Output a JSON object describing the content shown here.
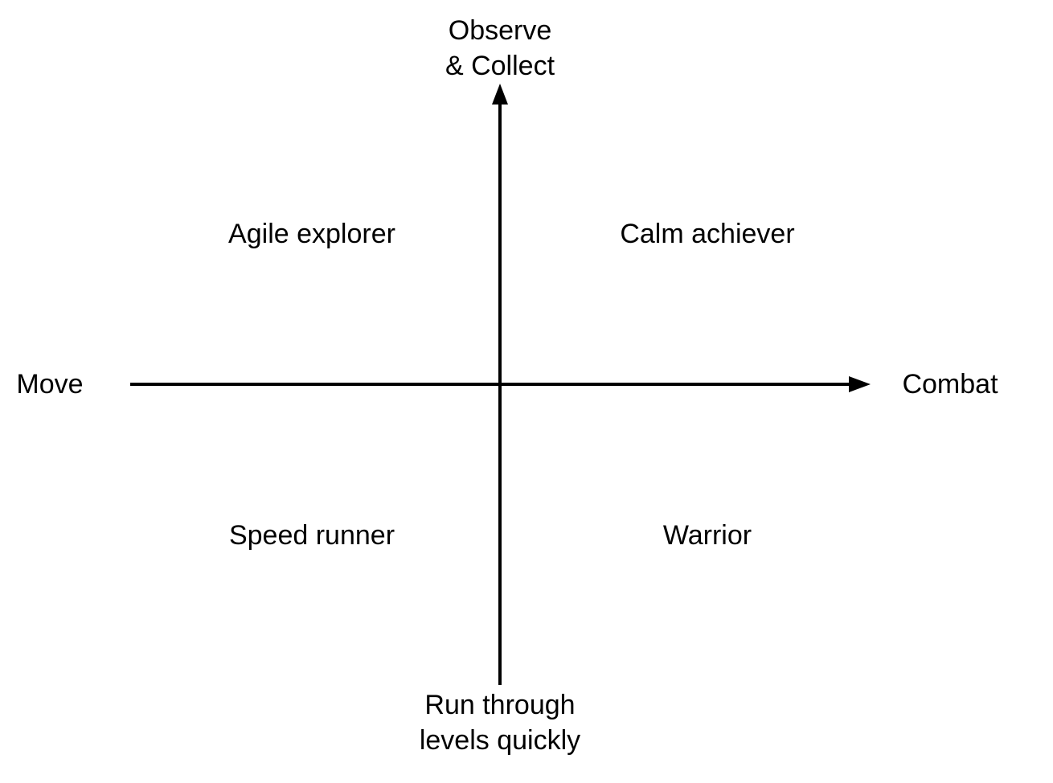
{
  "axes": {
    "top": {
      "line1": "Observe",
      "line2": "& Collect"
    },
    "bottom": {
      "line1": "Run through",
      "line2": "levels quickly"
    },
    "left": "Move",
    "right": "Combat"
  },
  "quadrants": {
    "top_left": "Agile explorer",
    "top_right": "Calm achiever",
    "bottom_left": "Speed runner",
    "bottom_right": "Warrior"
  },
  "colors": {
    "axis": "#000000",
    "text": "#000000",
    "background": "#ffffff"
  }
}
